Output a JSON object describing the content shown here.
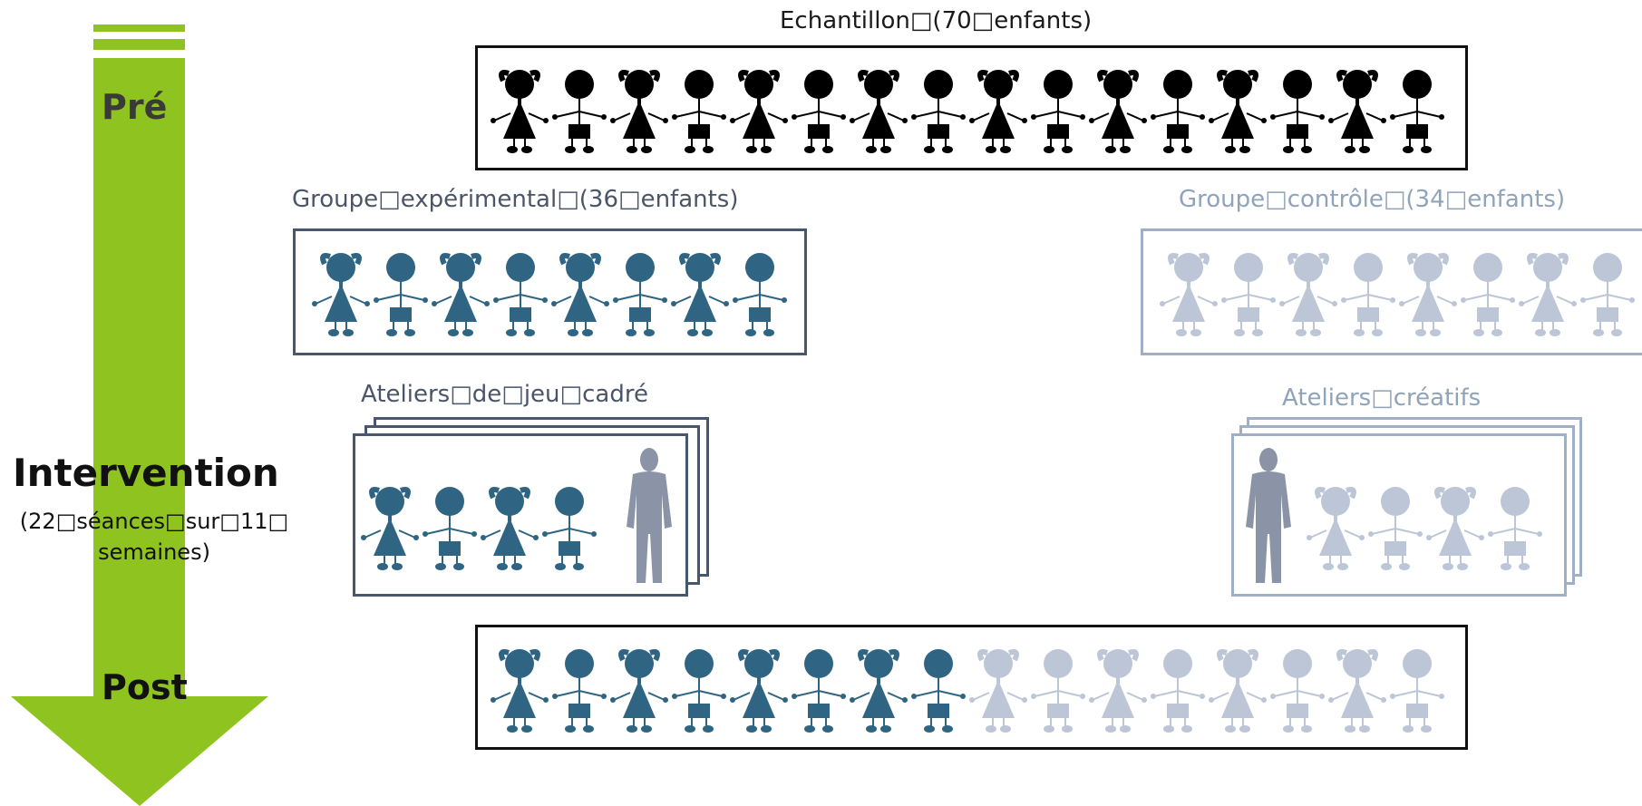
{
  "timeline": {
    "pre_label": "Pré",
    "intervention_label": "Intervention",
    "intervention_detail": "(22□séances□sur□11□ semaines)",
    "post_label": "Post",
    "arrow_color": "#8fc31f"
  },
  "sample": {
    "title": "Echantillon□(70□enfants)",
    "figures": [
      "girl",
      "boy",
      "girl",
      "boy",
      "girl",
      "boy",
      "girl",
      "boy",
      "girl",
      "boy",
      "girl",
      "boy",
      "girl",
      "boy",
      "girl",
      "boy"
    ],
    "color": "#000000"
  },
  "experimental_group": {
    "title": "Groupe□expérimental□(36□enfants)",
    "figures": [
      "girl",
      "boy",
      "girl",
      "boy",
      "girl",
      "boy",
      "girl",
      "boy"
    ],
    "color": "#2f6583"
  },
  "control_group": {
    "title": "Groupe□contrôle□(34□enfants)",
    "figures": [
      "girl",
      "boy",
      "girl",
      "boy",
      "girl",
      "boy",
      "girl",
      "boy"
    ],
    "color": "#bcc6d6"
  },
  "experimental_workshop": {
    "title": "Ateliers□de□jeu□cadré",
    "figures": [
      "girl",
      "boy",
      "girl",
      "boy"
    ],
    "adult_icon": "adult-silhouette-icon",
    "adult_color": "#8a94a6"
  },
  "control_workshop": {
    "title": "Ateliers□créatifs",
    "figures": [
      "girl",
      "boy",
      "girl",
      "boy"
    ],
    "adult_icon": "adult-silhouette-icon",
    "adult_color": "#8a94a6"
  },
  "post_sample": {
    "figures_experimental": [
      "girl",
      "boy",
      "girl",
      "boy",
      "girl",
      "boy",
      "girl",
      "boy"
    ],
    "figures_control": [
      "girl",
      "boy",
      "girl",
      "boy",
      "girl",
      "boy",
      "girl",
      "boy"
    ]
  }
}
